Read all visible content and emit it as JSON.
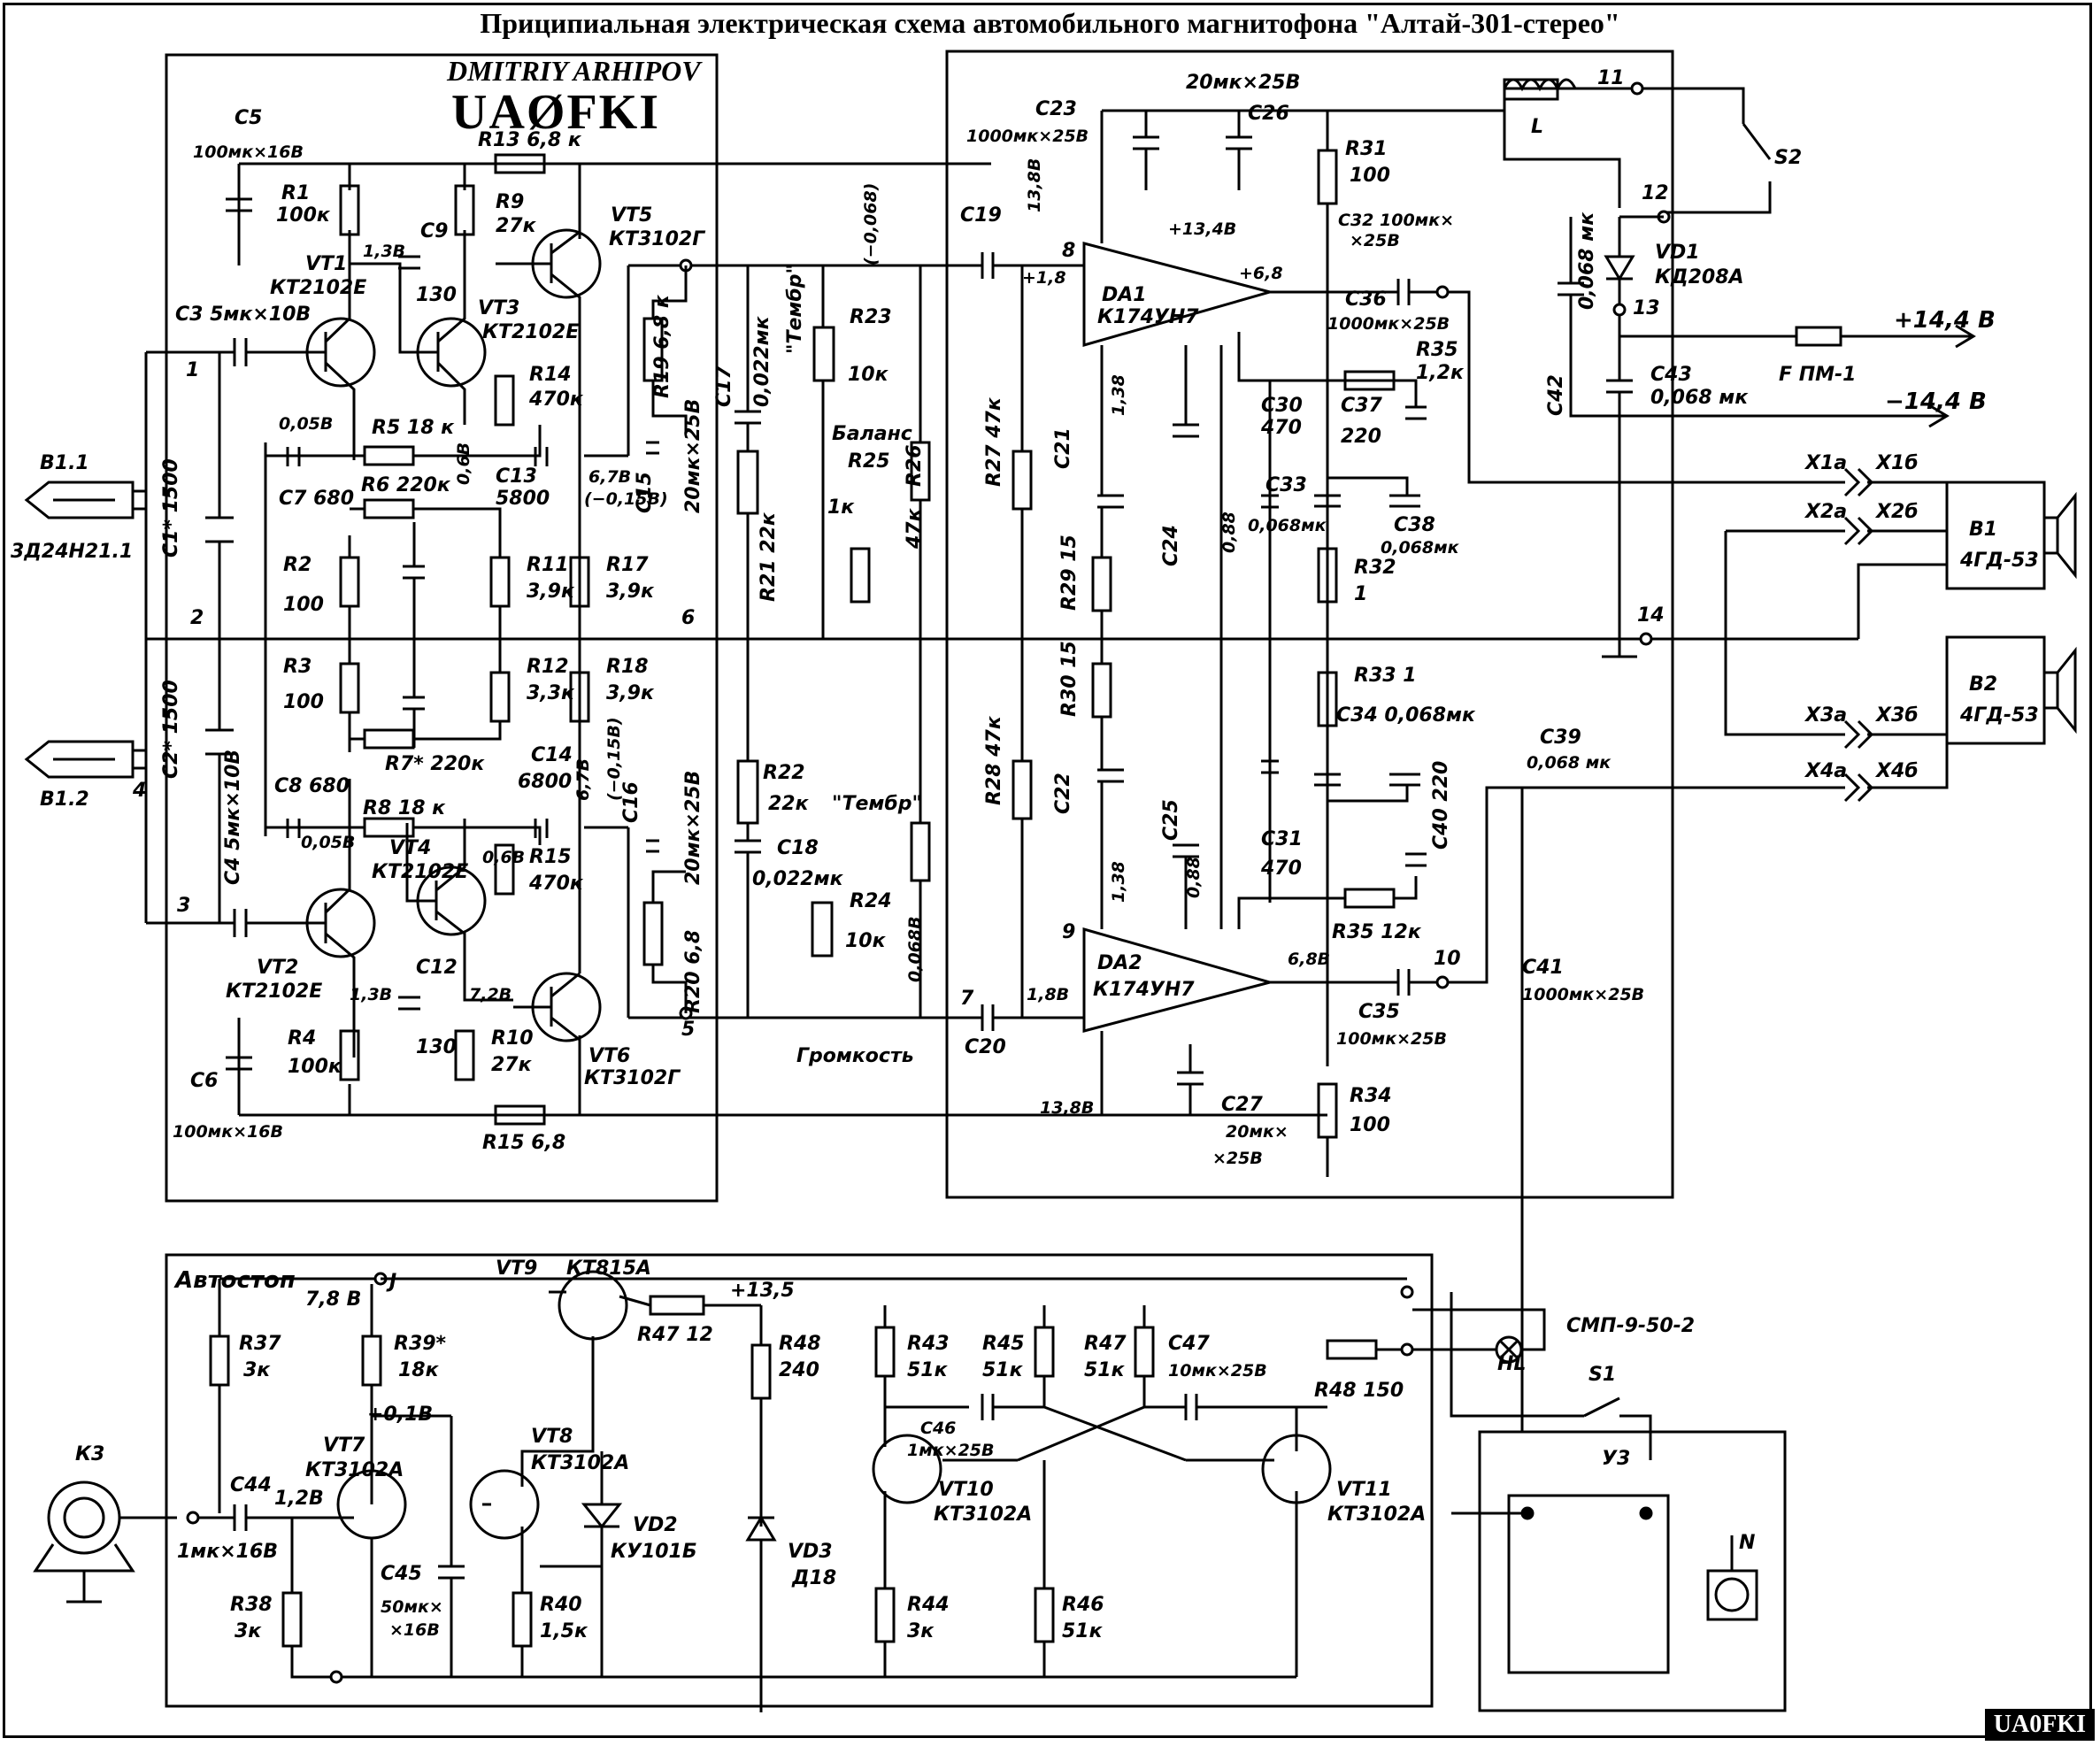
{
  "title": "Приципиальная электрическая схема автомобильного магнитофона \"Алтай-301-стерео\"",
  "credit": {
    "name": "DMITRIY ARHIPOV",
    "callsign": "UAØFKI",
    "corner_tag": "UA0FKI"
  },
  "labels": {
    "C5": "C5",
    "C5v": "100мк×16В",
    "R1": "R1",
    "R1v": "100к",
    "VT1": "VT1",
    "VT1t": "КТ2102Е",
    "C3": "C3 5мк×10В",
    "R13": "R13 6,8 к",
    "C9": "C9",
    "C9v": "130",
    "R9": "R9",
    "R9v": "27к",
    "VT3": "VT3",
    "VT3t": "КТ2102Е",
    "VT5": "VT5",
    "VT5t": "КТ3102Г",
    "R5": "R5 18 к",
    "R14": "R14",
    "R14v": "470к",
    "C7": "C7 680",
    "C13": "C13",
    "C13v": "5800",
    "R6": "R6 220к",
    "R2": "R2",
    "R2v": "100",
    "R11": "R11",
    "R11v": "3,9к",
    "R17": "R17",
    "R17v": "3,9к",
    "R3": "R3",
    "R3v": "100",
    "R12": "R12",
    "R12v": "3,3к",
    "R18": "R18",
    "R18v": "3,9к",
    "R7": "R7* 220к",
    "C8": "C8 680",
    "C14": "C14",
    "C14v": "6800",
    "R8": "R8 18 к",
    "VT4": "VT4",
    "VT4t": "КТ2102Е",
    "R15": "R15",
    "R15v": "470к",
    "VT2": "VT2",
    "VT2t": "КТ2102Е",
    "C12": "C12",
    "C12v": "130",
    "VT6": "VT6",
    "VT6t": "КТ3102Г",
    "C6": "C6",
    "C6v": "100мк×16В",
    "R4": "R4",
    "R4v": "100к",
    "R10": "R10",
    "R10v": "27к",
    "R15b": "R15 6,8",
    "B1_1": "B1.1",
    "B1_2": "B1.2",
    "head": "3Д24Н21.1",
    "C1": "C1* 1500",
    "C2": "C2* 1500",
    "C4": "C4 5мк×10В",
    "C15": "C15",
    "C16": "C16",
    "R19": "R19 6,8 к",
    "R20": "R20 6,8",
    "v20": "20мк×25В",
    "C17": "C17",
    "C17v": "0,022мк",
    "timbre1": "\"Тембр\"",
    "R23": "R23",
    "R23v": "10к",
    "balance": "Баланс",
    "R25": "R25",
    "R25v": "1к",
    "R26": "R26",
    "R26v": "47к",
    "R21": "R21 22к",
    "R22": "R22",
    "R22v": "22к",
    "timbre2": "\"Тембр\"",
    "C18": "C18",
    "C18v": "0,022мк",
    "R24": "R24",
    "R24v": "10к",
    "volume": "Громкость",
    "R27": "R27 47к",
    "R28": "R28 47к",
    "C19": "C19",
    "C20": "C20",
    "C23": "C23",
    "C23v": "1000мк×25В",
    "v20_25": "20мк×25В",
    "C26": "C26",
    "R31": "R31",
    "R31v": "100",
    "DA1": "DA1",
    "DA1t": "К174УН7",
    "DA2": "DA2",
    "DA2t": "К174УН7",
    "C32": "C32 100мк×",
    "C32b": "×25В",
    "C36": "C36",
    "C36v": "1000мк×25В",
    "R35": "R35",
    "R35v": "1,2к",
    "C30": "C30",
    "C30v": "470",
    "C37": "C37",
    "C37v": "220",
    "C33": "C33",
    "C33v": "0,068мк",
    "C38": "C38",
    "C38v": "0,068мк",
    "R32": "R32",
    "R32v": "1",
    "R33": "R33 1",
    "C34": "C34 0,068мк",
    "C39": "C39",
    "C39v": "0,068 мк",
    "C31": "C31",
    "C31v": "470",
    "R36": "R35 12к",
    "C40": "C40 220",
    "C35": "C35",
    "C35v": "100мк×25В",
    "R34": "R34",
    "R34v": "100",
    "C27": "C27",
    "C27v": "20мк×",
    "C27w": "×25В",
    "C41": "C41",
    "C41v": "1000мк×25В",
    "C21": "C21",
    "C22": "C22",
    "C24": "C24",
    "C25": "C25",
    "R29": "R29 15",
    "R30": "R30 15",
    "L": "L",
    "S2": "S2",
    "VD1": "VD1",
    "VD1t": "КД208А",
    "C42": "C42",
    "C42v": "0,068 мк",
    "C43": "C43",
    "C43v": "0,068 мк",
    "F": "F  ПМ-1",
    "plus14": "+14,4 В",
    "minus14": "−14,4 В",
    "X1a": "X1а",
    "X1b": "X1б",
    "X2a": "X2а",
    "X2b": "X2б",
    "X3a": "X3а",
    "X3b": "X3б",
    "X4a": "X4а",
    "X4b": "X4б",
    "B1": "B1",
    "B1t": "4ГД-53",
    "B2": "B2",
    "B2t": "4ГД-53",
    "autostop": "Автостоп",
    "VT9": "VT9",
    "VT9t": "КТ815А",
    "R47a": "R47 12",
    "p13_5": "+13,5",
    "R37": "R37",
    "R37v": "3к",
    "R39": "R39*",
    "R39v": "18к",
    "R48": "R48",
    "R48v": "240",
    "R43": "R43",
    "R43v": "51к",
    "R45": "R45",
    "R45v": "51к",
    "R47": "R47",
    "R47v": "51к",
    "C47": "C47",
    "C47v": "10мк×25В",
    "R49": "R48 150",
    "HL": "HL",
    "HLt": "СМП-9-50-2",
    "S1": "S1",
    "VT7": "VT7",
    "VT7t": "КТ3102А",
    "VT8": "VT8",
    "VT8t": "КТ3102А",
    "VT10": "VT10",
    "VT10t": "КТ3102А",
    "VT11": "VT11",
    "VT11t": "КТ3102А",
    "C46": "C46",
    "C46v": "1мк×25В",
    "K3": "К3",
    "C44": "C44",
    "C44v": "1мк×16В",
    "C45": "C45",
    "C45v": "50мк×",
    "C45w": "×16В",
    "VD2": "VD2",
    "VD2t": "КУ101Б",
    "VD3": "VD3",
    "VD3t": "Д18",
    "R38": "R38",
    "R38v": "3к",
    "R40": "R40",
    "R40v": "1,5к",
    "R44": "R44",
    "R44v": "3к",
    "R46": "R46",
    "R46v": "51к",
    "U3": "У3",
    "N": "N",
    "v7_8": "7,8 В",
    "v0_1": "+0,1В",
    "v1_2": "1,2В",
    "v13_8a": "13,8В",
    "v13_8b": "13,8В",
    "v13_4": "+13,4В",
    "v6_8a": "+6,8",
    "v6_8b": "6,8В",
    "v1_8a": "+1,8",
    "v1_8b": "1,8В",
    "v1_3a": "1,38",
    "v1_3b": "1,38",
    "v0_88a": "0,88",
    "v0_88b": "0,88",
    "v6_7a": "6,7В",
    "v6_7a2": "(−0,15В)",
    "v6_7b": "6,7В",
    "v6_7b2": "(−0,15В)",
    "v0_05a": "0,05В",
    "v0_05b": "0,05В",
    "v0_6a": "0,6В",
    "v0_6b": "0,6В",
    "v1_3t": "1,3В",
    "v1_3t2": "1,3В",
    "v7_2": "7,2В",
    "v0_068a": "(−0,068)",
    "v0_068b": "0,068В",
    "n1": "1",
    "n2": "2",
    "n3": "3",
    "n4": "4",
    "n5": "5",
    "n6": "6",
    "n7": "7",
    "n8": "8",
    "n9": "9",
    "n10": "10",
    "n11": "11",
    "n12": "12",
    "n13": "13",
    "n14": "14",
    "J": "J"
  }
}
